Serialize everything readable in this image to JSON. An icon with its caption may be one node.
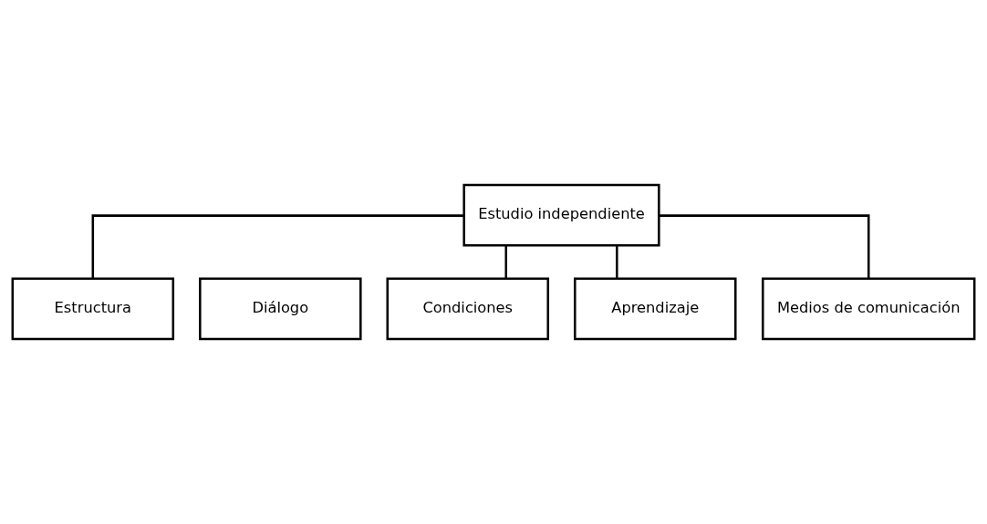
{
  "diagram": {
    "nodes": [
      {
        "text": [
          "Estudio independiente"
        ]
      },
      {
        "text": [
          "Estructura"
        ]
      },
      {
        "text": [
          "Diálogo"
        ]
      },
      {
        "text": [
          "Condiciones"
        ]
      },
      {
        "text": [
          "Aprendizaje"
        ]
      },
      {
        "text": [
          "Medios de comunicación"
        ]
      }
    ],
    "edges": [
      {
        "from": 0,
        "to": 1,
        "arrow": "none"
      },
      {
        "from": 0,
        "to": 3,
        "arrow": "none"
      },
      {
        "from": 0,
        "to": 4,
        "arrow": "none"
      },
      {
        "from": 0,
        "to": 5,
        "arrow": "none"
      }
    ]
  }
}
